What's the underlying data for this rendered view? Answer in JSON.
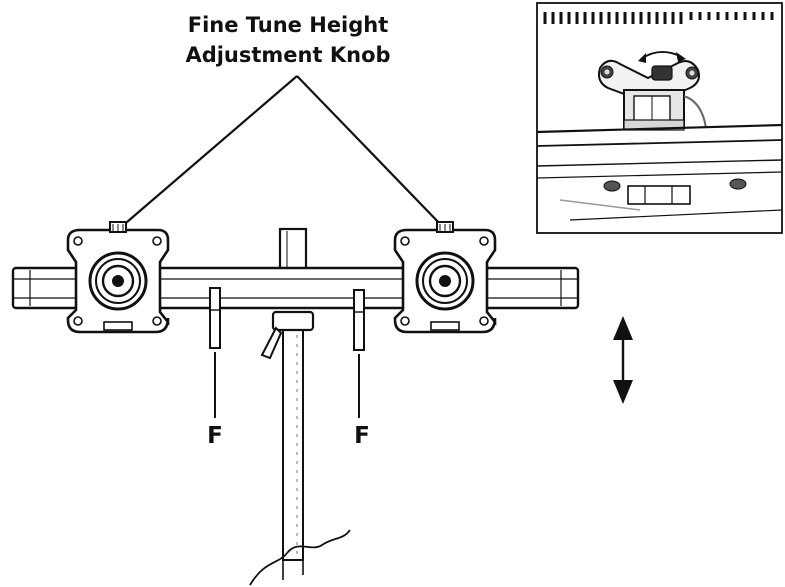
{
  "callout": {
    "line1": "Fine Tune Height",
    "line2": "Adjustment Knob"
  },
  "labels": {
    "left_clamp": "F",
    "right_clamp": "F"
  },
  "colors": {
    "ink": "#111111",
    "paper": "#ffffff",
    "mid_gray": "#7a7a7a",
    "light_gray": "#d8d8d8"
  },
  "icons": {
    "motion_arrow": "double-arrow-vertical-icon",
    "tilt_arrow": "curved-double-arrow-icon"
  }
}
